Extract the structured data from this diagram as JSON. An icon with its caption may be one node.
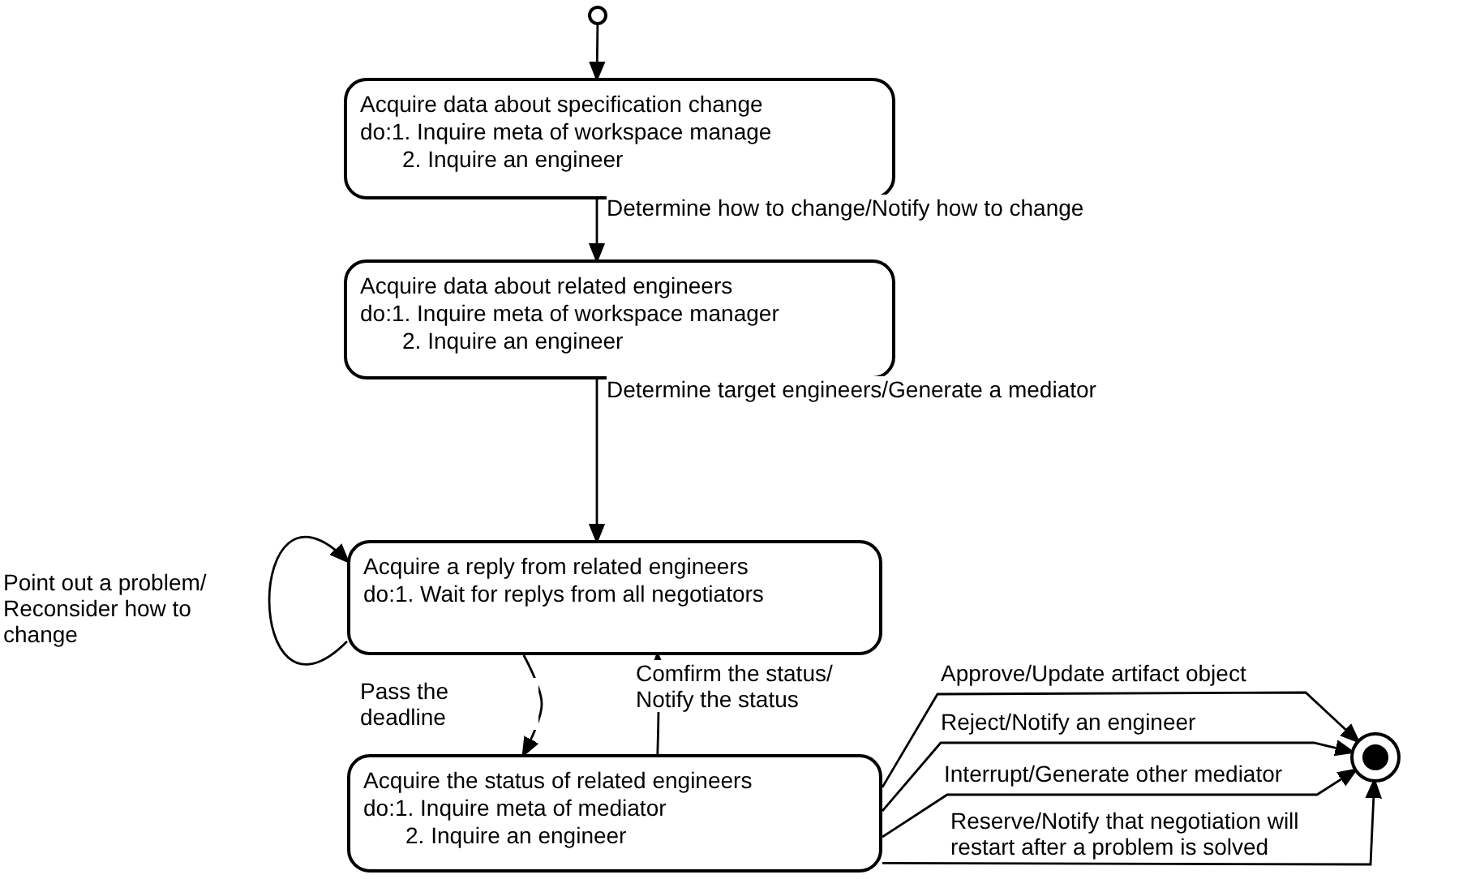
{
  "diagram": {
    "nodes": [
      {
        "text": [],
        "shape": "circle"
      },
      {
        "text": [
          "Acquire data about specification change",
          "do:1. Inquire meta of workspace manage",
          "2. Inquire an engineer"
        ]
      },
      {
        "text": [
          "Acquire data about related engineers",
          "do:1. Inquire meta of workspace manager",
          "2. Inquire an engineer"
        ]
      },
      {
        "text": [
          "Acquire a reply from related engineers",
          "do:1. Wait for replys from all negotiators"
        ]
      },
      {
        "text": [
          "Acquire the status of related engineers",
          "do:1. Inquire meta of mediator",
          "2. Inquire an engineer"
        ]
      },
      {
        "text": [],
        "shape": "circle"
      }
    ],
    "edges": [
      {
        "from": 0,
        "to": 1,
        "arrow": "to"
      },
      {
        "from": 1,
        "to": 2,
        "arrow": "to",
        "label": "Determine how to change/Notify how to change"
      },
      {
        "from": 2,
        "to": 3,
        "arrow": "to",
        "label": "Determine target engineers/Generate a mediator"
      },
      {
        "from": 3,
        "to": 3,
        "arrow": "to",
        "label": "Point out a problem/ Reconsider how to change"
      },
      {
        "from": 3,
        "to": 4,
        "arrow": "to",
        "label": "Pass the deadline"
      },
      {
        "from": 4,
        "to": 3,
        "arrow": "to",
        "label": "Comfirm the status/ Notify the status"
      },
      {
        "from": 4,
        "to": 5,
        "arrow": "to",
        "label": "Approve/Update artifact object"
      },
      {
        "from": 4,
        "to": 5,
        "arrow": "to",
        "label": "Reject/Notify an engineer"
      },
      {
        "from": 4,
        "to": 5,
        "arrow": "to",
        "label": "Interrupt/Generate other mediator"
      },
      {
        "from": 4,
        "to": 5,
        "arrow": "to",
        "label": "Reserve/Notify that negotiation will restart after a problem is solved"
      }
    ]
  }
}
